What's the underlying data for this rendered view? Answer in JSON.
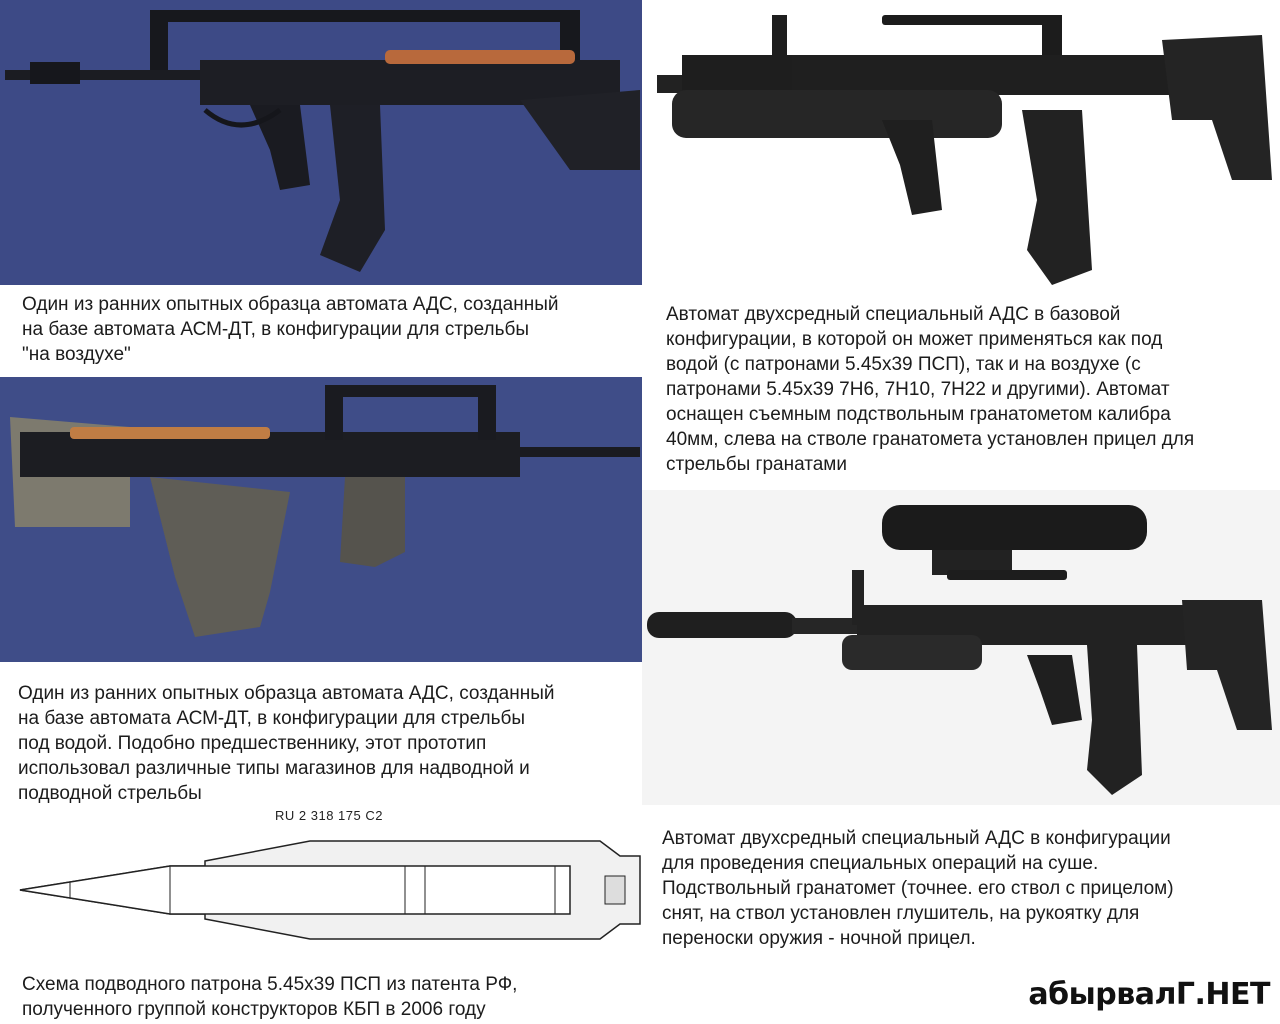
{
  "panels": {
    "prototype_air": {
      "background": "#3d4a86",
      "caption_lines": [
        "Один из ранних опытных образца автомата АДС, созданный",
        "на базе автомата АСМ-ДТ, в конфигурации для стрельбы",
        "\"на воздухе\""
      ]
    },
    "base_config": {
      "background": "#ffffff",
      "caption_lines": [
        "Автомат двухсредный специальный АДС в базовой",
        "конфигурации, в которой он может применяться как под",
        "водой (с патронами 5.45х39 ПСП), так и на воздухе (с",
        "патронами 5.45х39 7Н6, 7Н10, 7Н22 и другими). Автомат",
        "оснащен съемным подствольным гранатометом калибра",
        "40мм, слева на стволе гранатомета установлен прицел для",
        "стрельбы гранатами"
      ]
    },
    "prototype_underwater": {
      "background": "#3f4d88",
      "caption_lines": [
        "Один из ранних опытных образца автомата АДС, созданный",
        "на базе автомата АСМ-ДТ, в конфигурации для стрельбы",
        "под водой. Подобно предшественнику, этот прототип",
        "использовал различные типы магазинов для надводной и",
        "подводной стрельбы"
      ]
    },
    "special_ops": {
      "background": "#f4f4f4",
      "caption_lines": [
        "Автомат двухсредный специальный АДС в конфигурации",
        "для проведения специальных операций на суше.",
        "Подствольный гранатомет (точнее. его ствол с прицелом)",
        "снят, на ствол установлен глушитель, на рукоятку для",
        "переноски оружия - ночной прицел."
      ]
    },
    "cartridge": {
      "patent_label": "RU    2 318 175  C2",
      "caption_lines": [
        "Схема подводного патрона 5.45х39 ПСП из патента РФ,",
        "полученного группой конструкторов КБП в 2006 году"
      ]
    }
  },
  "watermark": "абырвалГ.НЕТ"
}
